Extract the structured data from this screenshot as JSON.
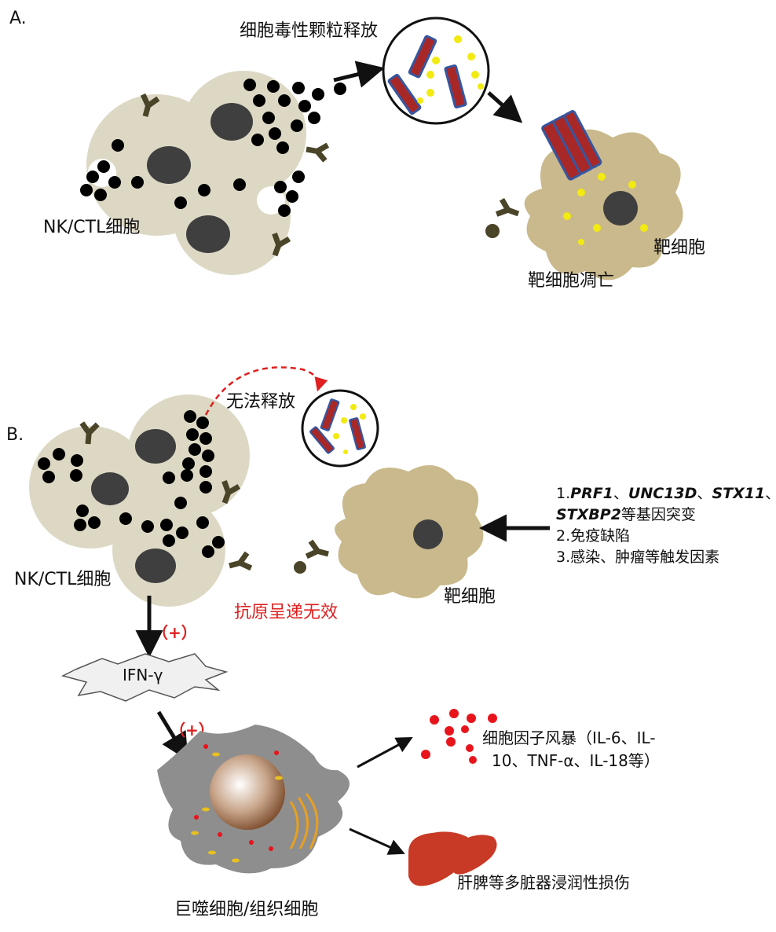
{
  "panelA": {
    "label": "A.",
    "release_label": "细胞毒性颗粒释放",
    "nk_label": "NK/CTL细胞",
    "target_label": "靶细胞",
    "apoptosis_label": "靶细胞凋亡"
  },
  "panelB": {
    "label": "B.",
    "no_release_label": "无法释放",
    "nk_label": "NK/CTL细胞",
    "antigen_label": "抗原呈递无效",
    "target_label": "靶细胞",
    "factors": {
      "line1_prefix": "1.",
      "gene1": "PRF1",
      "sep1": "、",
      "gene2": "UNC13D",
      "sep2": "、",
      "gene3": "STX11",
      "sep3": "、",
      "gene4": "STXBP2",
      "line2_suffix": "等基因突变",
      "line3": "2.免疫缺陷",
      "line4": "3.感染、肿瘤等触发因素"
    },
    "plus1": "（+）",
    "plus2": "（+）",
    "ifn_label": "IFN-γ",
    "macrophage_label": "巨噬细胞/组织细胞",
    "cytokine_line1": "细胞因子风暴（IL-6、IL-",
    "cytokine_line2": "10、TNF-α、IL-18等）",
    "organ_label": "肝脾等多脏器浸润性损伤"
  },
  "colors": {
    "cell_fill": "#dcd8c4",
    "nucleus": "#3f3f3f",
    "receptor": "#4a4428",
    "target_cell": "#c9b98c",
    "granule_red": "#a82828",
    "granule_border": "#3556a0",
    "yellow_dot": "#f2ea10",
    "arrow": "#111111",
    "dashed_arrow": "#e02020",
    "cytokine": "#e8141c",
    "liver": "#c83a26",
    "macrophage": "#8e8e8e"
  }
}
